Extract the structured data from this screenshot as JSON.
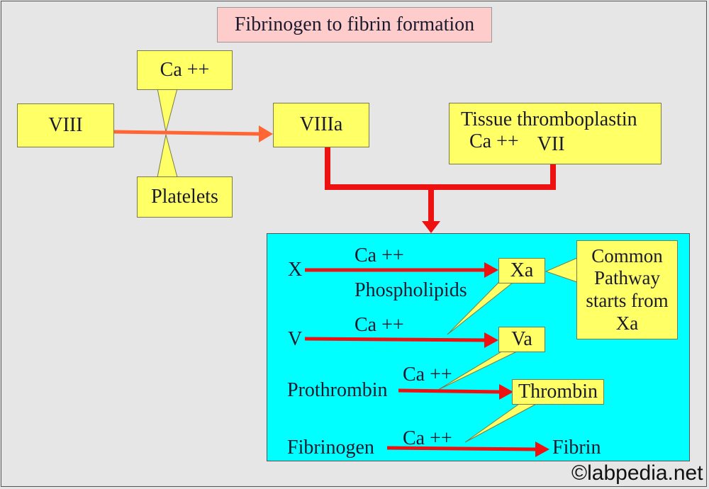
{
  "title": "Fibrinogen to fibrin formation",
  "nodes": {
    "viii": "VIII",
    "viiia": "VIIIa",
    "ca_top": "Ca ++",
    "platelets": "Platelets",
    "tissue_line1": "Tissue thromboplastin",
    "tissue_ca": "Ca ++",
    "tissue_vii": "VII"
  },
  "pathway": {
    "x": "X",
    "x_ca": "Ca ++",
    "phospholipids": "Phospholipids",
    "xa": "Xa",
    "v": "V",
    "v_ca": "Ca ++",
    "va": "Va",
    "prothrombin": "Prothrombin",
    "prothrombin_ca": "Ca ++",
    "thrombin": "Thrombin",
    "fibrinogen": "Fibrinogen",
    "fibrinogen_ca": "Ca ++",
    "fibrin": "Fibrin"
  },
  "common_pathway": [
    "Common",
    "Pathway",
    "starts from",
    "Xa"
  ],
  "watermark": "©labpedia.net",
  "colors": {
    "background": "#e6e6e6",
    "box": "#ffff66",
    "title_box": "#ffcccc",
    "panel": "#00ffff",
    "arrow_red": "#ee1111",
    "arrow_orange": "#ff6633"
  }
}
